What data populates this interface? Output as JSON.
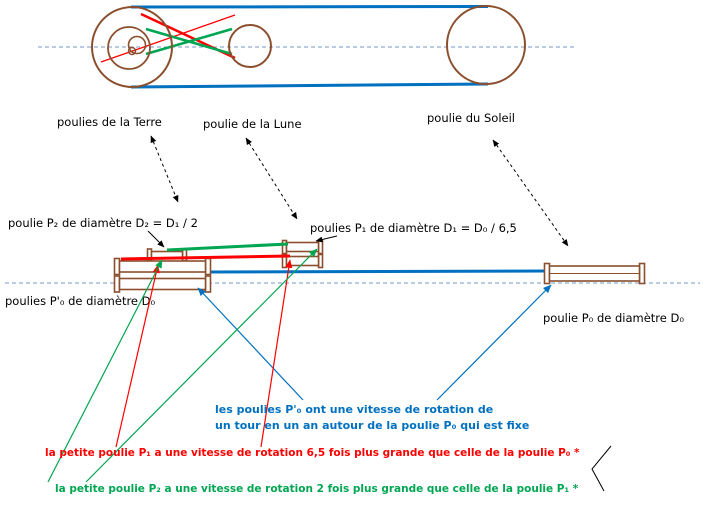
{
  "colors": {
    "pulley_outline": "#8B4F2E",
    "belt_blue": "#0070C0",
    "belt_red": "#FF0000",
    "belt_green": "#00A651",
    "centerline_blue": "#7398C9",
    "text_black": "#000000"
  },
  "top_view": {
    "labels": {
      "earth": "poulies de la Terre",
      "moon": "poulie de la Lune",
      "sun": "poulie du Soleil"
    }
  },
  "side_view": {
    "labels": {
      "p2": "poulie P₂ de diamètre D₂ = D₁ / 2",
      "p1": "poulies P₁ de diamètre D₁ = D₀ / 6,5",
      "p0_prime": "poulies P'₀ de diamètre D₀",
      "p0": "poulie P₀ de diamètre D₀"
    }
  },
  "annotations": {
    "blue_line1": "les poulies P'₀ ont une vitesse de rotation de",
    "blue_line2": "un tour en un an autour de la poulie P₀ qui est fixe",
    "red": "la petite poulie P₁ a une vitesse de rotation 6,5 fois plus grande que celle de la poulie P₀ *",
    "green": "la petite poulie P₂ a une vitesse de rotation 2 fois plus grande que celle de la poulie P₁ *"
  }
}
